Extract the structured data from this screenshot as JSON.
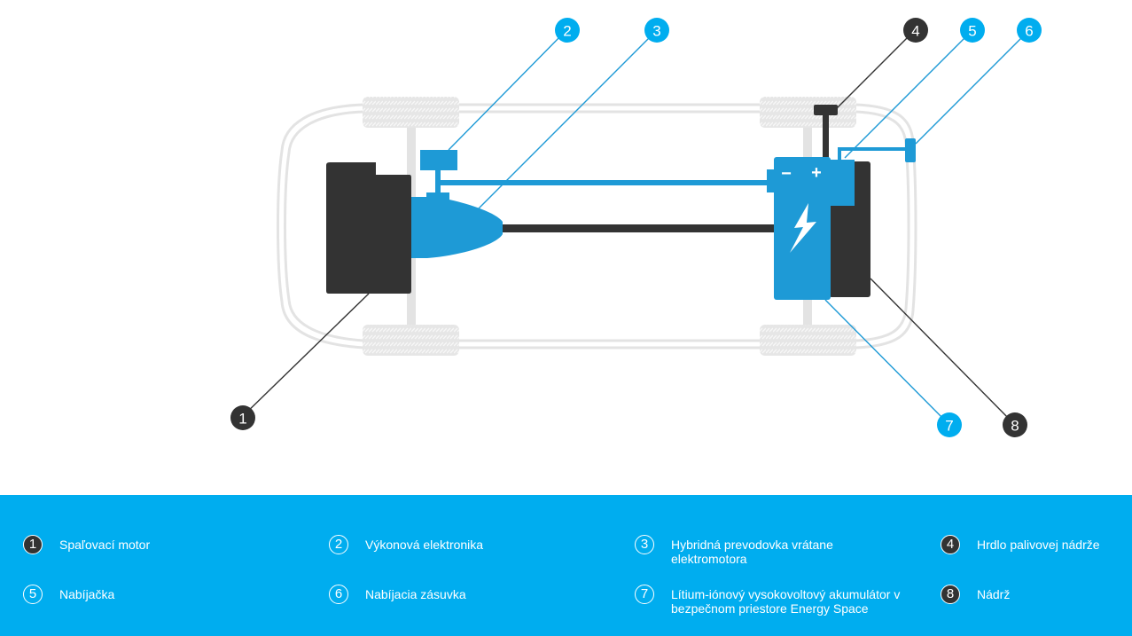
{
  "colors": {
    "accent_blue": "#00adef",
    "component_blue": "#1e9ad6",
    "dark": "#333333",
    "car_outline": "#e3e3e3"
  },
  "diagram": {
    "title": "Plug-in hybrid drivetrain layout",
    "icons": {
      "battery_minus": "−",
      "battery_plus": "+",
      "battery_bolt": "lightning-bolt-icon"
    },
    "callouts": [
      {
        "number": "1",
        "style": "dark"
      },
      {
        "number": "2",
        "style": "blue"
      },
      {
        "number": "3",
        "style": "blue"
      },
      {
        "number": "4",
        "style": "dark"
      },
      {
        "number": "5",
        "style": "blue"
      },
      {
        "number": "6",
        "style": "blue"
      },
      {
        "number": "7",
        "style": "blue"
      },
      {
        "number": "8",
        "style": "dark"
      }
    ]
  },
  "legend": {
    "items": [
      {
        "number": "1",
        "label": "Spaľovací motor",
        "style": "dark"
      },
      {
        "number": "2",
        "label": "Výkonová elektronika",
        "style": "outline"
      },
      {
        "number": "3",
        "label": "Hybridná prevodovka vrátane elektromotora",
        "style": "outline"
      },
      {
        "number": "4",
        "label": "Hrdlo palivovej nádrže",
        "style": "dark"
      },
      {
        "number": "5",
        "label": "Nabíjačka",
        "style": "outline"
      },
      {
        "number": "6",
        "label": "Nabíjacia zásuvka",
        "style": "outline"
      },
      {
        "number": "7",
        "label": "Lítium-iónový vysokovoltový akumulátor v bezpečnom priestore Energy Space",
        "style": "outline"
      },
      {
        "number": "8",
        "label": "Nádrž",
        "style": "dark"
      }
    ]
  }
}
